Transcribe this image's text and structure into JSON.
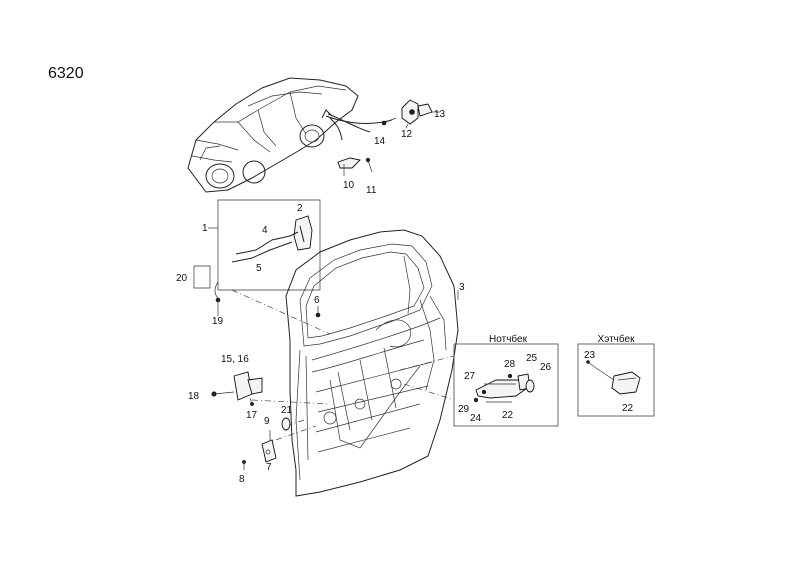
{
  "diagram": {
    "code": "6320",
    "variants": {
      "notchback": "Нотчбек",
      "hatchback": "Хэтчбек"
    },
    "callouts": {
      "c1": "1",
      "c2": "2",
      "c3": "3",
      "c4": "4",
      "c5": "5",
      "c6": "6",
      "c7": "7",
      "c8": "8",
      "c9": "9",
      "c10": "10",
      "c11": "11",
      "c12": "12",
      "c13": "13",
      "c14": "14",
      "c15_16": "15, 16",
      "c17": "17",
      "c18": "18",
      "c19": "19",
      "c20": "20",
      "c21": "21",
      "c22a": "22",
      "c22b": "22",
      "c23": "23",
      "c24": "24",
      "c25": "25",
      "c26": "26",
      "c27": "27",
      "c28": "28",
      "c29": "29"
    }
  }
}
